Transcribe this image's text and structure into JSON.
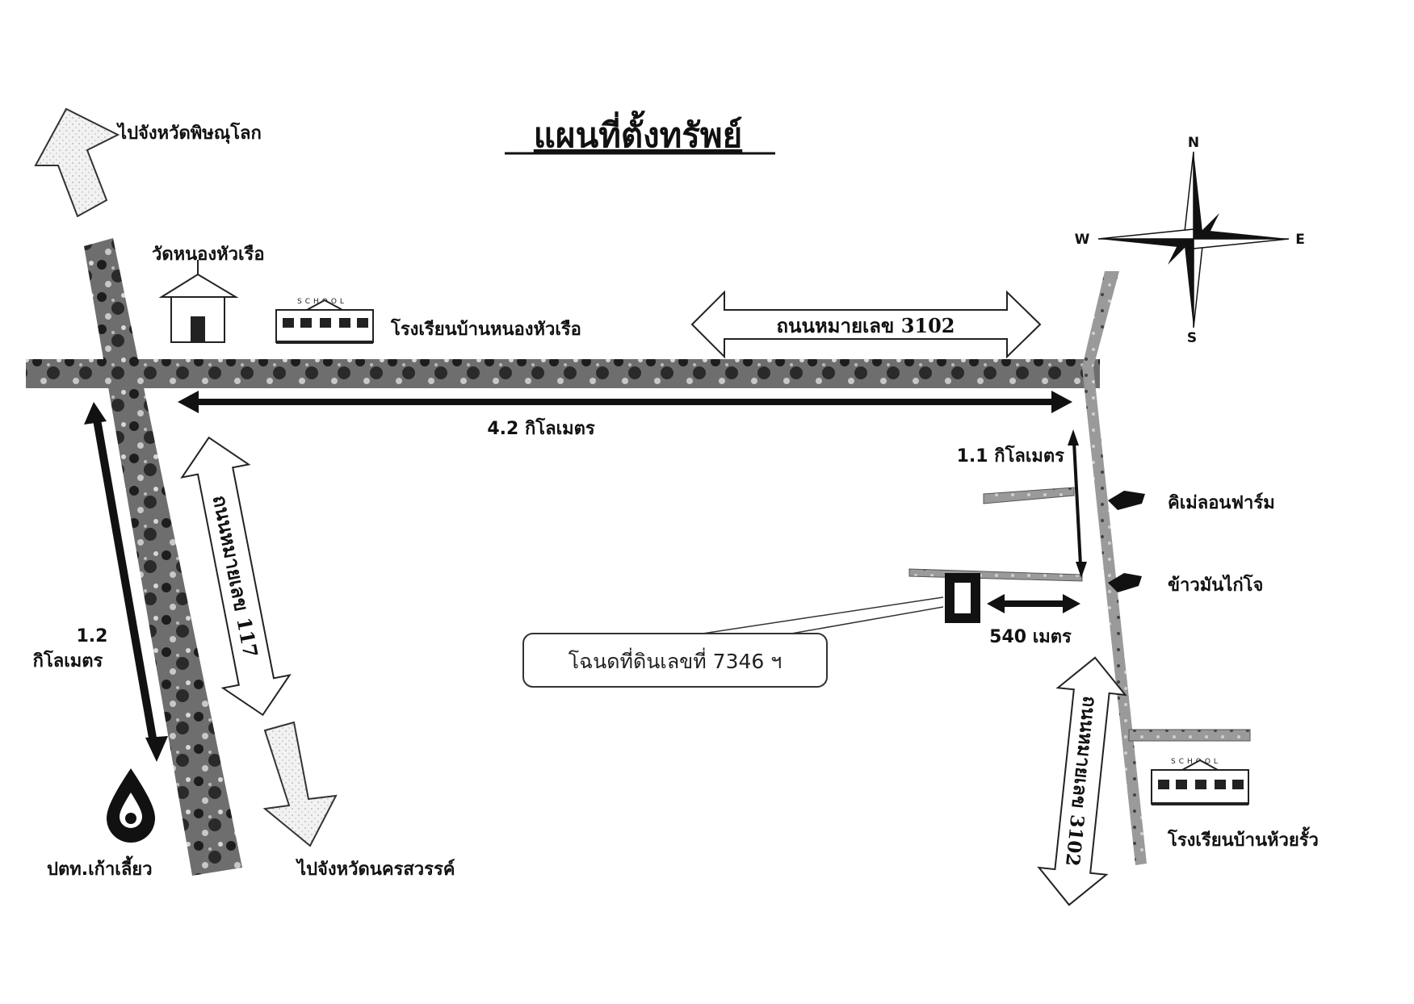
{
  "title": "แผนที่ตั้งทรัพย์",
  "compass": {
    "north": "N",
    "south": "S",
    "east": "E",
    "west": "W"
  },
  "directions": {
    "to_phitsanulok": "ไปจังหวัดพิษณุโลก",
    "to_nakhon_sawan": "ไปจังหวัดนครสวรรค์"
  },
  "landmarks": {
    "temple": "วัดหนองหัวเรือ",
    "school_north": "โรงเรียนบ้านหนองหัวเรือ",
    "school_south": "โรงเรียนบ้านห้วยรั้ว",
    "gas_station": "ปตท.เก้าเลี้ยว",
    "farm": "คิเม่ลอนฟาร์ม",
    "restaurant": "ข้าวมันไก่โจ",
    "school_sign": "SCHOOL"
  },
  "roads": {
    "road_3102_horizontal": "ถนนหมายเลข 3102",
    "road_117": "ถนนหมายเลข 117",
    "road_3102_vertical": "ถนนหมายเลข 3102"
  },
  "distances": {
    "horizontal": "4.2 กิโลเมตร",
    "east_vertical": "1.1 กิโลเมตร",
    "west_vertical_value": "1.2",
    "west_vertical_unit": "กิโลเมตร",
    "to_plot": "540 เมตร"
  },
  "plot_label": "โฉนดที่ดินเลขที่ 7346 ฯ",
  "colors": {
    "road_dark": "#2a2a2a",
    "road_mid": "#8a8a8a",
    "line": "#111111",
    "arrow_fill": "#ffffff"
  }
}
